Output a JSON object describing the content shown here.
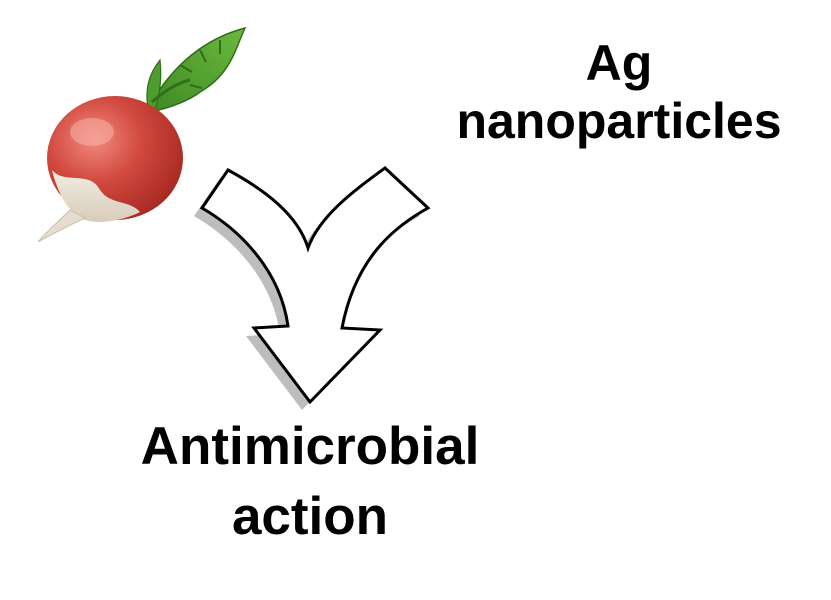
{
  "diagram": {
    "inputs": [
      {
        "name": "radish",
        "kind": "image",
        "icon": "radish-icon"
      },
      {
        "name": "ag",
        "line1": "Ag",
        "line2": "nanoparticles"
      }
    ],
    "output": {
      "line1": "Antimicrobial",
      "line2": "action"
    },
    "connector": {
      "icon": "merge-arrow-icon"
    }
  },
  "colors": {
    "radish_red": "#c9423a",
    "radish_highlight": "#f08a7e",
    "leaf_green": "#4f9b2f",
    "root_white": "#efe7dc",
    "arrow_fill": "#ffffff",
    "arrow_stroke": "#000000",
    "arrow_shadow": "#bdbdbd"
  }
}
